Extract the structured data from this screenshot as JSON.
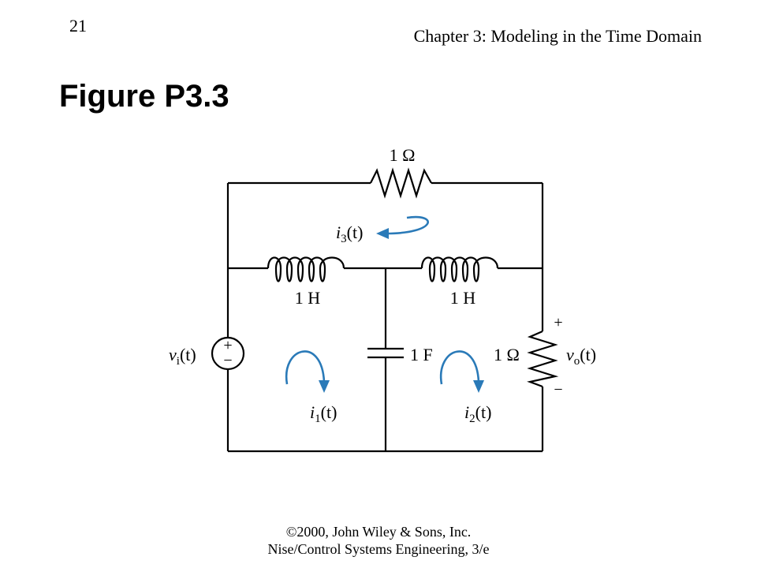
{
  "header": {
    "page_number": "21",
    "chapter": "Chapter 3: Modeling in the Time Domain"
  },
  "figure": {
    "title": "Figure P3.3"
  },
  "circuit": {
    "top_resistor": "1 Ω",
    "left_inductor": "1 H",
    "right_inductor": "1 H",
    "capacitor": "1 F",
    "right_resistor": "1 Ω",
    "source": {
      "symbol": "v",
      "subscript": "i",
      "arg": "(t)",
      "plus": "+",
      "minus": "−"
    },
    "output": {
      "symbol": "v",
      "subscript": "o",
      "arg": "(t)",
      "plus": "+",
      "minus": "−"
    },
    "currents": [
      {
        "symbol": "i",
        "subscript": "1",
        "arg": "(t)"
      },
      {
        "symbol": "i",
        "subscript": "2",
        "arg": "(t)"
      },
      {
        "symbol": "i",
        "subscript": "3",
        "arg": "(t)"
      }
    ],
    "arrow_color": "#2a7ab8"
  },
  "footer": {
    "line1": "©2000, John Wiley & Sons, Inc.",
    "line2": "Nise/Control Systems Engineering, 3/e"
  }
}
